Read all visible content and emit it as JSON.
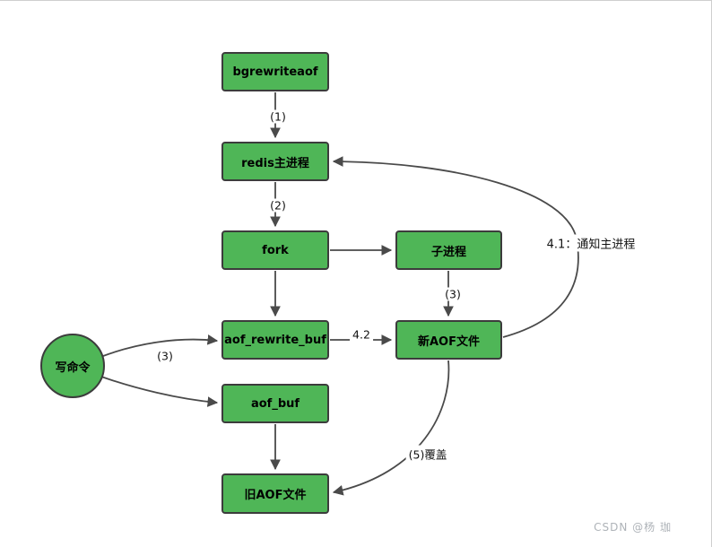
{
  "diagram": {
    "nodes": {
      "bgrewriteaof": {
        "label": "bgrewriteaof"
      },
      "redis_main": {
        "label": "redis主进程"
      },
      "fork": {
        "label": "fork"
      },
      "child_process": {
        "label": "子进程"
      },
      "aof_rewrite_buf": {
        "label": "aof_rewrite_buf"
      },
      "new_aof_file": {
        "label": "新AOF文件"
      },
      "aof_buf": {
        "label": "aof_buf"
      },
      "old_aof_file": {
        "label": "旧AOF文件"
      },
      "write_command": {
        "label": "写命令"
      }
    },
    "edge_labels": {
      "step1": "(1)",
      "step2": "(2)",
      "step3_child": "(3)",
      "step3_write": "(3)",
      "step42": "4.2",
      "step41": "4.1：通知主进程",
      "step5": "(5)覆盖"
    },
    "colors": {
      "node_fill": "#4FB657",
      "node_border": "#3c3c3c",
      "arrow": "#4a4a4a"
    },
    "watermark": "CSDN @杨 珈"
  }
}
